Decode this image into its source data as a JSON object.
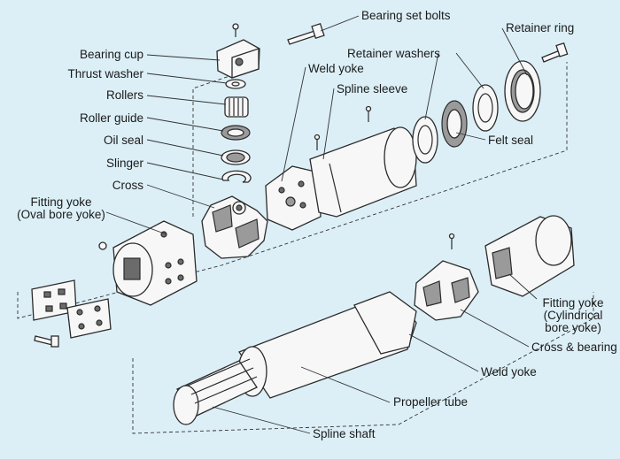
{
  "diagram": {
    "labels": {
      "bearing_set_bolts": "Bearing set bolts",
      "retainer_ring": "Retainer ring",
      "bearing_cup": "Bearing cup",
      "thrust_washer": "Thrust washer",
      "rollers": "Rollers",
      "roller_guide": "Roller guide",
      "oil_seal": "Oil seal",
      "slinger": "Slinger",
      "cross": "Cross",
      "fitting_yoke_oval_1": "Fitting yoke",
      "fitting_yoke_oval_2": "(Oval bore yoke)",
      "weld_yoke_top": "Weld yoke",
      "spline_sleeve": "Spline sleeve",
      "retainer_washers": "Retainer washers",
      "felt_seal": "Felt seal",
      "fitting_yoke_cyl_1": "Fitting yoke",
      "fitting_yoke_cyl_2": "(Cylindrical",
      "fitting_yoke_cyl_3": "bore yoke)",
      "cross_and_bearing": "Cross & bearing",
      "weld_yoke_bottom": "Weld yoke",
      "propeller_tube": "Propeller tube",
      "spline_shaft": "Spline shaft"
    }
  }
}
